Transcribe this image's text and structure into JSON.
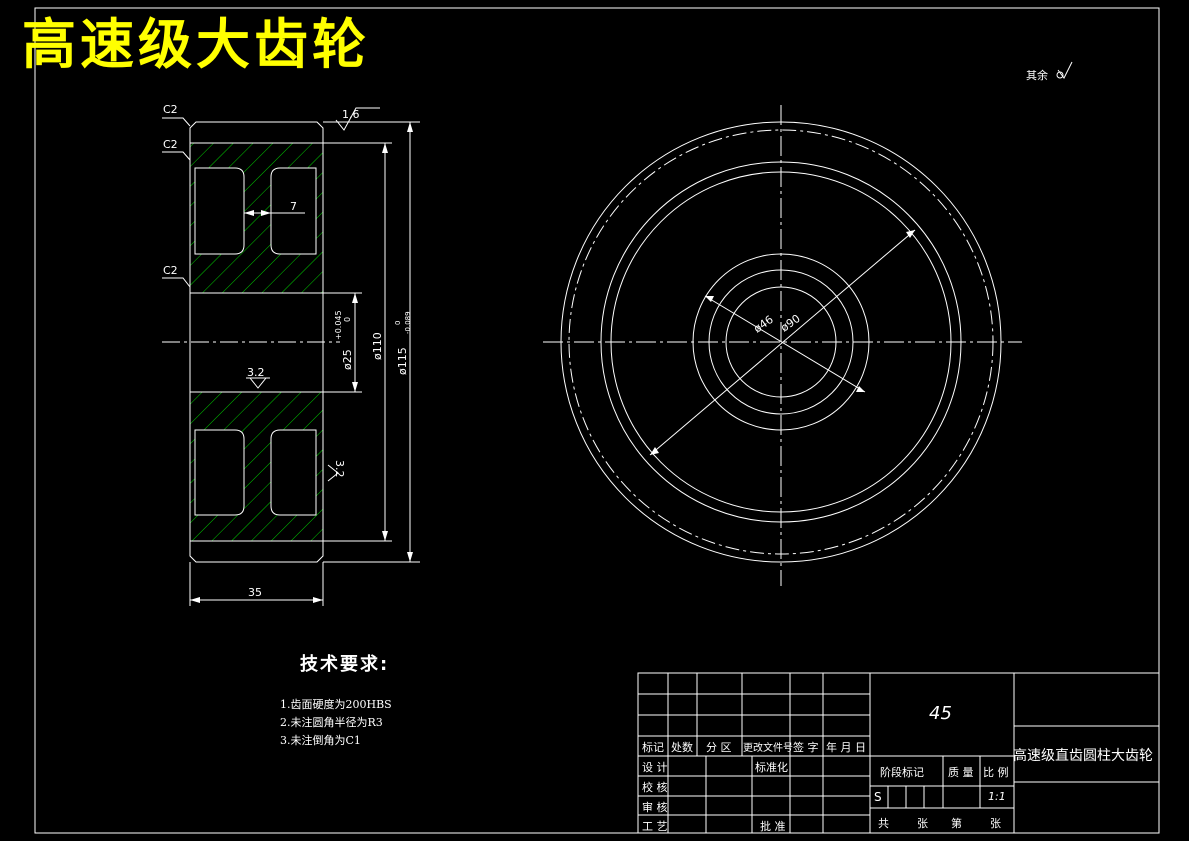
{
  "title": "高速级大齿轮",
  "roughness_note": "其余",
  "section_view": {
    "chamfers": [
      "C2",
      "C2",
      "C2"
    ],
    "roughness_top": "1.6",
    "roughness_bore": "3.2",
    "roughness_side": "3.2",
    "web_thickness": "7",
    "bore_dim": "ø25",
    "bore_tol_upper": "+0.045",
    "bore_tol_lower": "0",
    "hub_dim": "ø110",
    "outer_dim": "ø115",
    "outer_tol_upper": "0",
    "outer_tol_lower": "-0.089",
    "width_dim": "35"
  },
  "front_view": {
    "dim_small": "ø46",
    "dim_mid": "ø90"
  },
  "tech_requirements": {
    "heading": "技术要求:",
    "items": [
      "1.齿面硬度为200HBS",
      "2.未注圆角半径为R3",
      "3.未注倒角为C1"
    ]
  },
  "title_block": {
    "material": "45",
    "part_name": "高速级直齿圆柱大齿轮",
    "headers": [
      "标记",
      "处数",
      "分 区",
      "更改文件号",
      "签 字",
      "年 月 日"
    ],
    "design": "设 计",
    "standardize": "标准化",
    "check": "校 核",
    "review": "审 核",
    "process": "工 艺",
    "approve": "批 准",
    "stage_mark": "阶段标记",
    "weight": "质 量",
    "scale_label": "比 例",
    "stage_s": "S",
    "scale": "1:1",
    "sheets": [
      "共",
      "张",
      "第",
      "张"
    ]
  }
}
